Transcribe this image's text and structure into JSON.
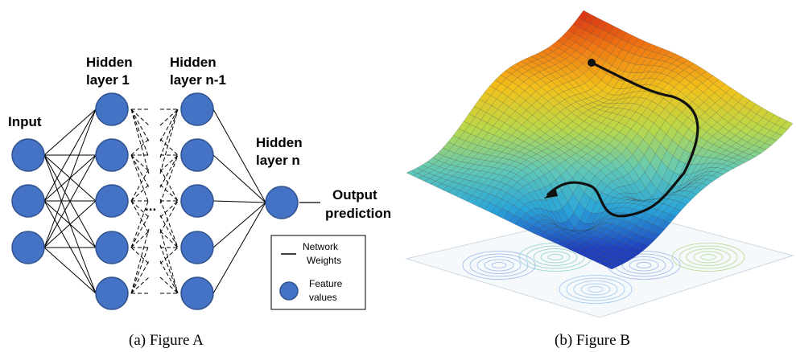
{
  "figure_a": {
    "labels": {
      "input": "Input",
      "hidden1_line1": "Hidden",
      "hidden1_line2": "layer 1",
      "hiddenn1_line1": "Hidden",
      "hiddenn1_line2": "layer n-1",
      "hiddenn_line1": "Hidden",
      "hiddenn_line2": "layer n",
      "output_line1": "Output",
      "output_line2": "prediction",
      "ellipsis": "..."
    },
    "legend": {
      "weights_line1": "Network",
      "weights_line2": "Weights",
      "features_line1": "Feature",
      "features_line2": "values"
    },
    "caption": "(a) Figure A"
  },
  "figure_b": {
    "caption": "(b) Figure B"
  },
  "colors": {
    "node_fill": "#4472c4",
    "node_stroke": "#2f528f",
    "surface_palette": [
      "#1f3fbf",
      "#2aa6d9",
      "#63c9b5",
      "#b9d84a",
      "#f2c21b",
      "#f07a13",
      "#d62a14"
    ]
  }
}
